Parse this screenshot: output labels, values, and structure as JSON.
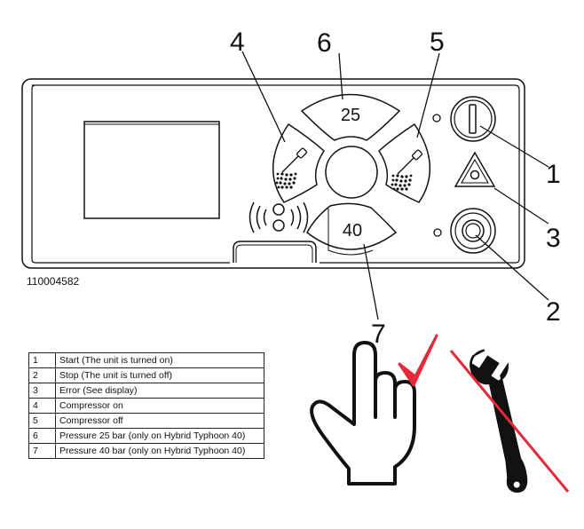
{
  "doc_number": "110004582",
  "buttons": {
    "pressure_25": "25",
    "pressure_40": "40"
  },
  "callouts": [
    "1",
    "2",
    "3",
    "4",
    "5",
    "6",
    "7"
  ],
  "legend": [
    {
      "num": "1",
      "text": "Start (The unit is turned on)"
    },
    {
      "num": "2",
      "text": "Stop (The unit is turned off)"
    },
    {
      "num": "3",
      "text": "Error (See display)"
    },
    {
      "num": "4",
      "text": "Compressor on"
    },
    {
      "num": "5",
      "text": "Compressor off"
    },
    {
      "num": "6",
      "text": "Pressure 25 bar (only on Hybrid Typhoon 40)"
    },
    {
      "num": "7",
      "text": "Pressure 40 bar (only on Hybrid Typhoon 40)"
    }
  ],
  "colors": {
    "line": "#111111",
    "check_mark": "#e5283a",
    "prohibition_line": "#e5283a"
  },
  "icons": [
    "start-icon",
    "stop-icon",
    "error-triangle-icon",
    "spray-nozzle-icon",
    "sound-signal-icon",
    "pointing-hand-icon",
    "check-mark-icon",
    "wrench-icon"
  ]
}
